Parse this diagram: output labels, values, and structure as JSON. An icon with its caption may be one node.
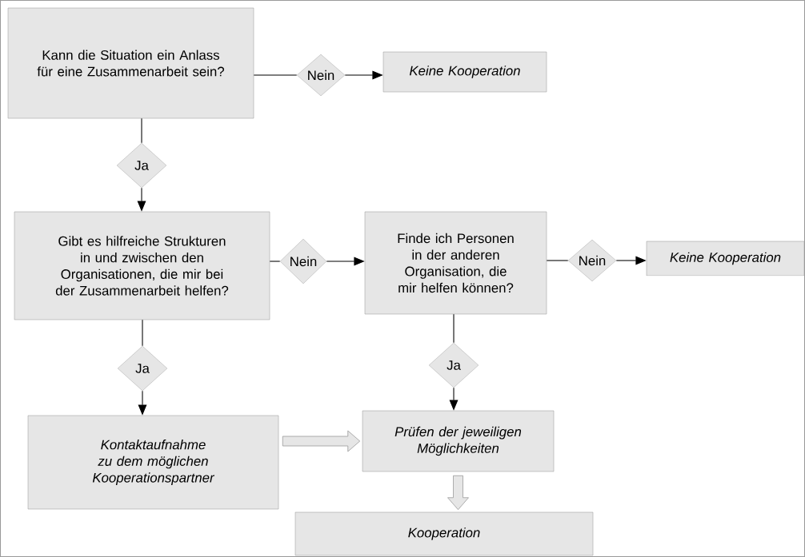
{
  "diagram": {
    "nodes": [
      {
        "text": [
          "Kann die Situation ein Anlass für eine Zusammenarbeit sein?"
        ]
      },
      {
        "text": [
          "Nein"
        ]
      },
      {
        "text": [
          "Keine Kooperation"
        ]
      },
      {
        "text": [
          "Ja"
        ]
      },
      {
        "text": [
          "Gibt es hilfreiche Strukturen in und zwischen den Organisationen, die mir bei der Zusammenarbeit helfen?"
        ]
      },
      {
        "text": [
          "Nein"
        ]
      },
      {
        "text": [
          "Finde ich Personen in der anderen Organisation, die mir helfen können?"
        ]
      },
      {
        "text": [
          "Nein"
        ]
      },
      {
        "text": [
          "Keine Kooperation"
        ]
      },
      {
        "text": [
          "Ja"
        ]
      },
      {
        "text": [
          "Ja"
        ]
      },
      {
        "text": [
          "Kontaktaufnahme zu dem möglichen Kooperationspartner"
        ]
      },
      {
        "text": [
          "Prüfen der jeweiligen Möglichkeiten"
        ]
      },
      {
        "text": [
          "Kooperation"
        ]
      }
    ],
    "edges": [
      {
        "from": 0,
        "to": 1,
        "arrow": "none"
      },
      {
        "from": 1,
        "to": 2,
        "arrow": "to"
      },
      {
        "from": 0,
        "to": 3,
        "arrow": "none"
      },
      {
        "from": 3,
        "to": 4,
        "arrow": "to"
      },
      {
        "from": 4,
        "to": 5,
        "arrow": "none"
      },
      {
        "from": 5,
        "to": 6,
        "arrow": "to"
      },
      {
        "from": 6,
        "to": 7,
        "arrow": "none"
      },
      {
        "from": 7,
        "to": 8,
        "arrow": "to"
      },
      {
        "from": 4,
        "to": 9,
        "arrow": "none"
      },
      {
        "from": 9,
        "to": 11,
        "arrow": "to"
      },
      {
        "from": 6,
        "to": 10,
        "arrow": "none"
      },
      {
        "from": 10,
        "to": 12,
        "arrow": "to"
      },
      {
        "from": 11,
        "to": 12,
        "arrow": "to",
        "style": "thick"
      },
      {
        "from": 12,
        "to": 13,
        "arrow": "to",
        "style": "thick"
      }
    ]
  }
}
